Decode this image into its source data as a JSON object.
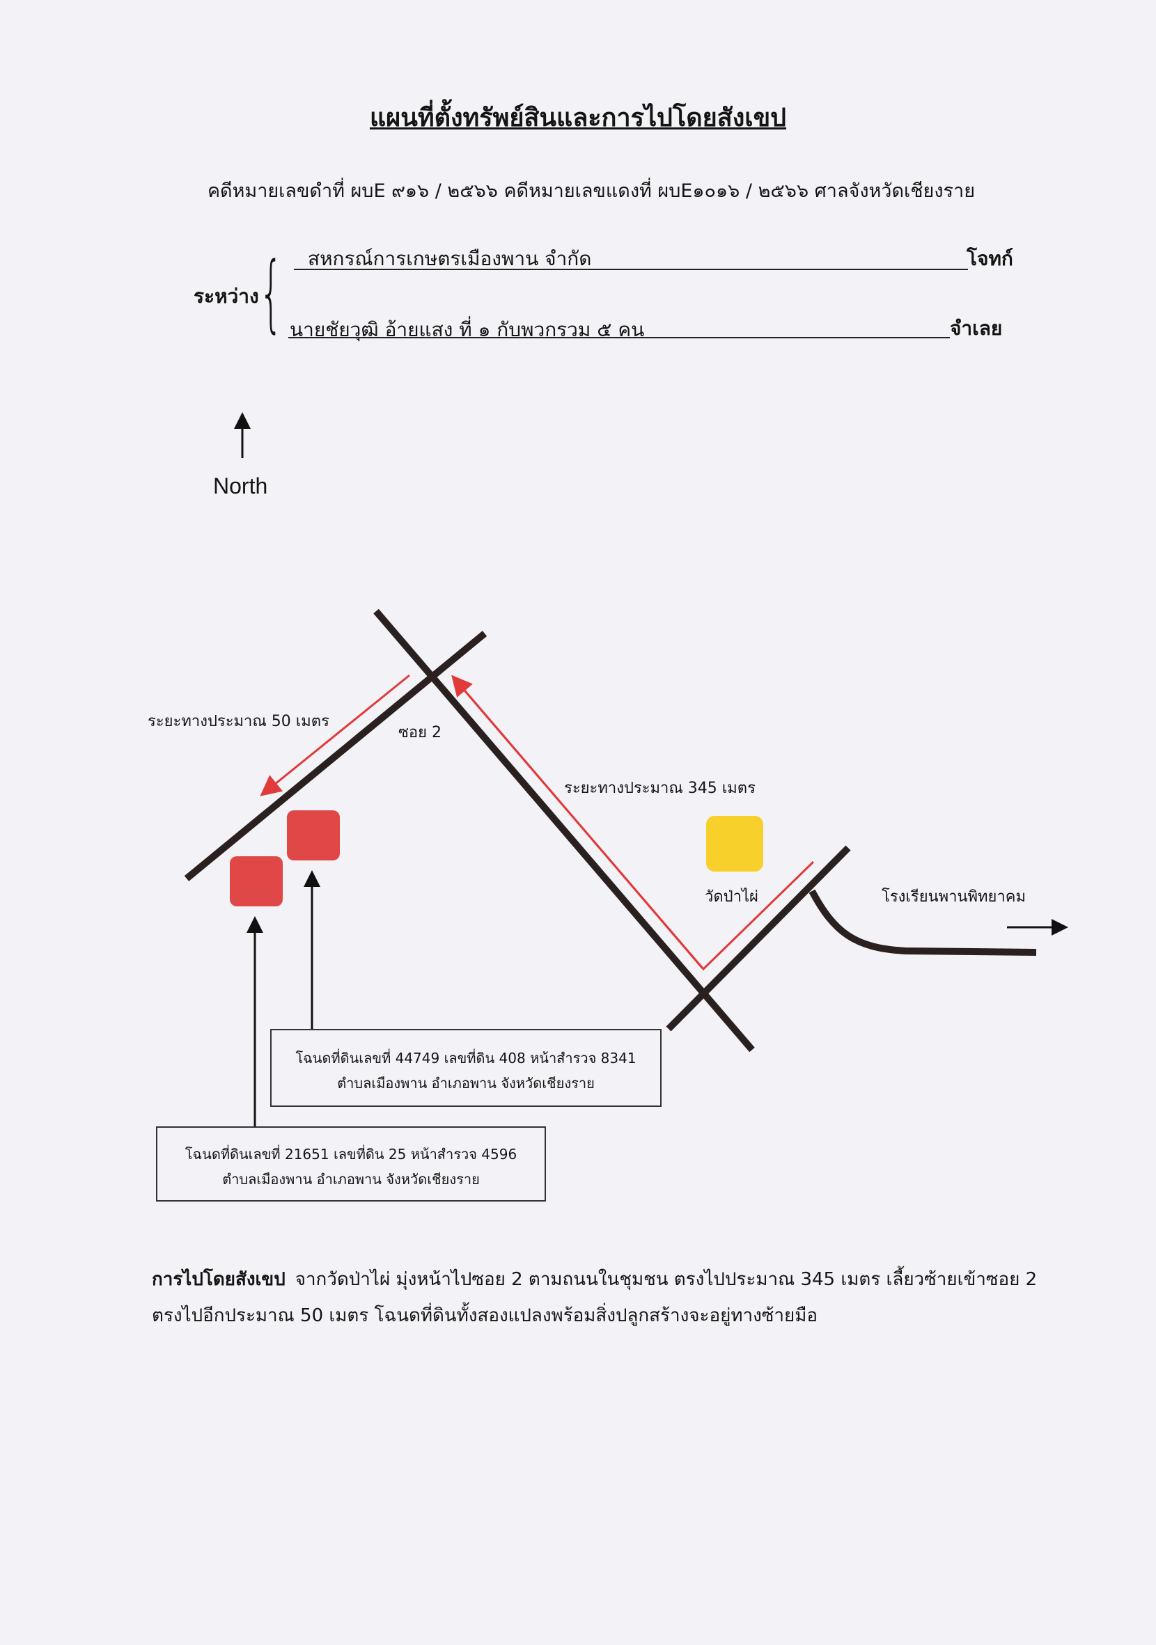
{
  "title": "แผนที่ตั้งทรัพย์สินและการไปโดยสังเขป",
  "case_info": "คดีหมายเลขดำที่  ผบE ๙๑๖ / ๒๕๖๖ คดีหมายเลขแดงที่  ผบE๑๐๑๖ / ๒๕๖๖  ศาลจังหวัดเชียงราย",
  "parties": {
    "between_label": "ระหว่าง",
    "plaintiff": "สหกรณ์การเกษตรเมืองพาน จำกัด",
    "plaintiff_role": "โจทก์",
    "defendant": "นายชัยวุฒิ อ้ายแสง ที่ ๑ กับพวกรวม ๕  คน",
    "defendant_role": "จำเลย"
  },
  "north_label": "North",
  "map": {
    "soi_label": "ซอย 2",
    "distance_short": "ระยะทางประมาณ 50 เมตร",
    "distance_long": "ระยะทางประมาณ 345 เมตร",
    "temple_label": "วัดป่าไผ่",
    "school_label": "โรงเรียนพานพิทยาคม",
    "colors": {
      "property": "#e04848",
      "temple": "#f8d02c",
      "route": "#e03a3a",
      "road": "#2a2020"
    },
    "deed_1": {
      "line1": "โฉนดที่ดินเลขที่ 44749 เลขที่ดิน 408 หน้าสำรวจ 8341",
      "line2": "ตำบลเมืองพาน  อำเภอพาน  จังหวัดเชียงราย"
    },
    "deed_2": {
      "line1": "โฉนดที่ดินเลขที่ 21651 เลขที่ดิน 25 หน้าสำรวจ 4596",
      "line2": "ตำบลเมืองพาน  อำเภอพาน  จังหวัดเชียงราย"
    }
  },
  "directions": {
    "heading": "การไปโดยสังเขป",
    "text": "จากวัดป่าไผ่ มุ่งหน้าไปซอย 2 ตามถนนในชุมชน ตรงไปประมาณ 345 เมตร เลี้ยวซ้ายเข้าซอย 2 ตรงไปอีกประมาณ 50 เมตร โฉนดที่ดินทั้งสองแปลงพร้อมสิ่งปลูกสร้างจะอยู่ทางซ้ายมือ"
  }
}
